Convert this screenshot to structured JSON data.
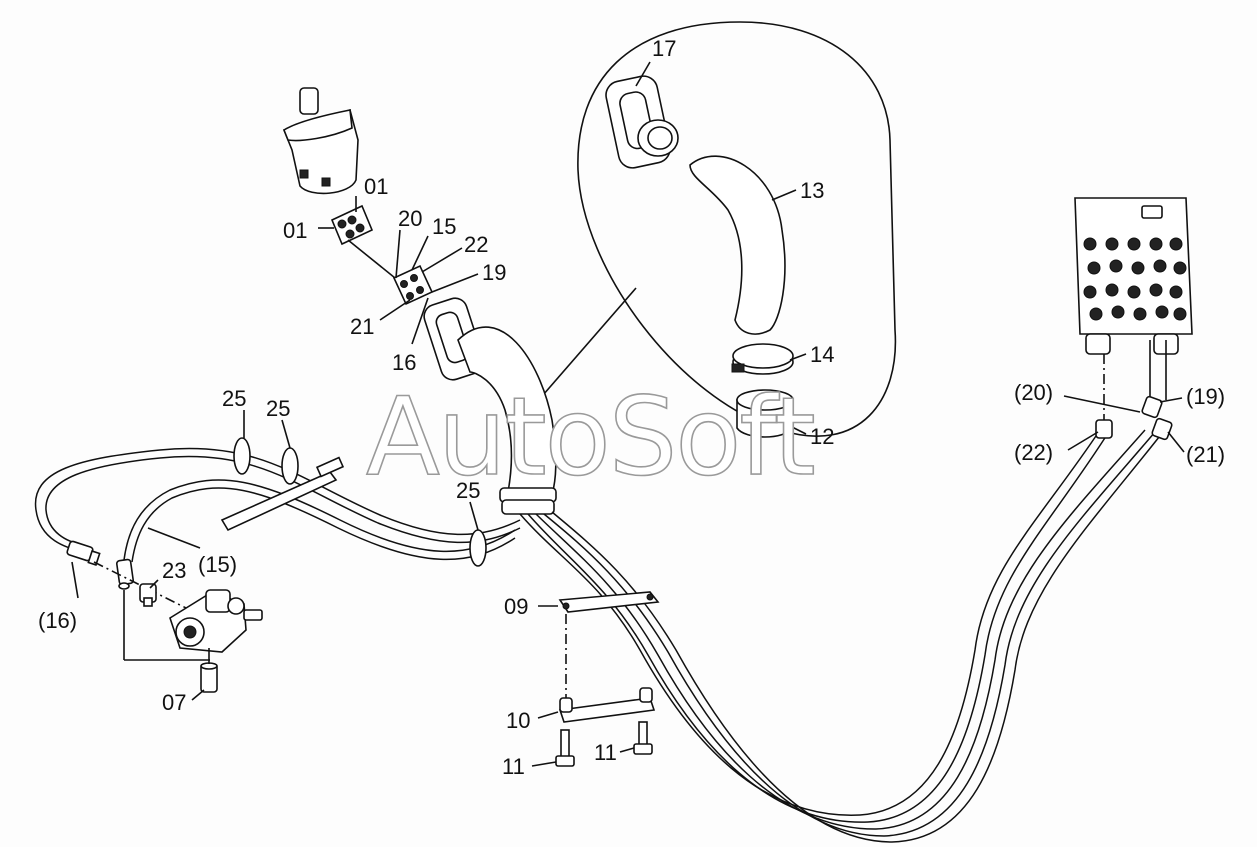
{
  "watermark": "AutoSoft",
  "labels": {
    "l01a": "01",
    "l01b": "01",
    "l20": "20",
    "l15": "15",
    "l22": "22",
    "l19": "19",
    "l21": "21",
    "l16": "16",
    "l17": "17",
    "l13": "13",
    "l14": "14",
    "l12": "12",
    "l25a": "25",
    "l25b": "25",
    "l25c": "25",
    "l15p": "(15)",
    "l23": "23",
    "l16p": "(16)",
    "l07": "07",
    "l09": "09",
    "l10": "10",
    "l11a": "11",
    "l11b": "11",
    "l20p": "(20)",
    "l19p": "(19)",
    "l22p": "(22)",
    "l21p": "(21)"
  }
}
